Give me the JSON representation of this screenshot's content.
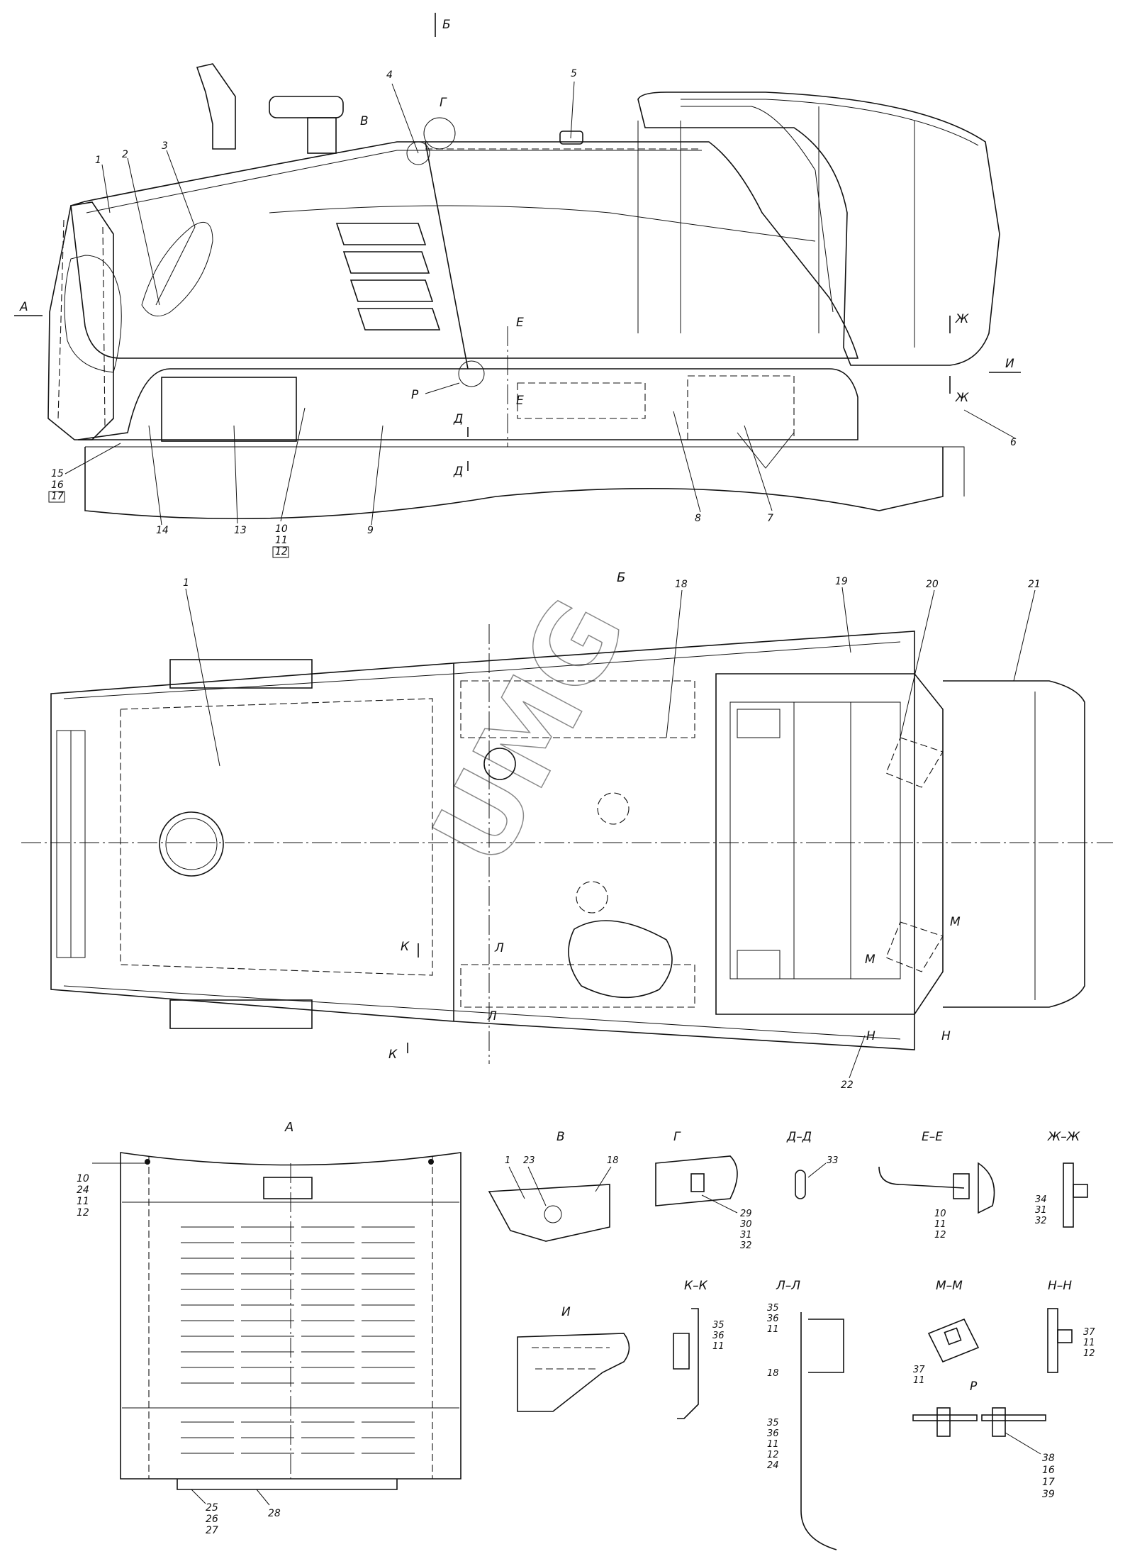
{
  "watermark": "UMG",
  "views": {
    "side": {
      "arrow_top": "Б",
      "arrow_left": "А",
      "arrow_right": "И"
    },
    "top": {
      "title": "Б"
    },
    "front": {
      "title": "А"
    }
  },
  "section_marks": [
    "Б",
    "А",
    "В",
    "Г",
    "Р",
    "Д",
    "Е",
    "Ж",
    "И",
    "К",
    "Л",
    "М",
    "Н"
  ],
  "callouts_side": [
    "1",
    "2",
    "3",
    "4",
    "5",
    "6",
    "7",
    "8",
    "9",
    "13",
    "14"
  ],
  "callouts_top": [
    "1",
    "18",
    "19",
    "20",
    "21",
    "22"
  ],
  "stacks": {
    "side_15": [
      "15",
      "16",
      "17"
    ],
    "side_10": [
      "10",
      "11",
      "12"
    ],
    "front_10": [
      "10",
      "24",
      "11",
      "12"
    ],
    "front_25": [
      "25",
      "26",
      "27"
    ],
    "front_28": "28",
    "v_1": "1",
    "v_23": "23",
    "v_18": "18",
    "g_29": [
      "29",
      "30",
      "31",
      "32"
    ],
    "dd_33": "33",
    "ee_10": [
      "10",
      "11",
      "12"
    ],
    "zh_34": [
      "34",
      "31",
      "32"
    ],
    "kk_35": [
      "35",
      "36",
      "11"
    ],
    "ll_35a": [
      "35",
      "36",
      "11"
    ],
    "ll_18": "18",
    "ll_35b": [
      "35",
      "36",
      "11",
      "12",
      "24"
    ],
    "mm_37": [
      "37",
      "11"
    ],
    "nn_37": [
      "37",
      "11",
      "12"
    ],
    "r_38": [
      "38",
      "16",
      "17",
      "39"
    ]
  },
  "detail_titles": {
    "v": "В",
    "g": "Г",
    "dd": "Д–Д",
    "ee": "Е–Е",
    "zhzh": "Ж–Ж",
    "i": "И",
    "kk": "К–К",
    "ll": "Л–Л",
    "mm": "М–М",
    "nn": "Н–Н",
    "r": "Р"
  }
}
